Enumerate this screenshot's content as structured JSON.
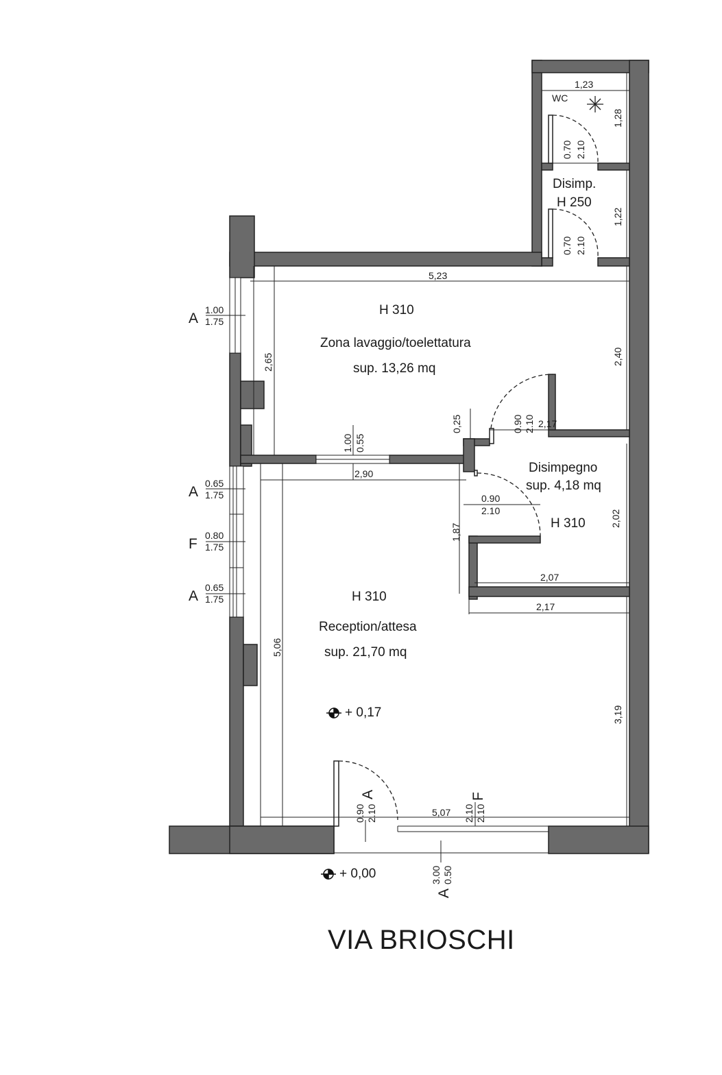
{
  "street": "VIA BRIOSCHI",
  "rooms": {
    "zona": {
      "height": "H 310",
      "name": "Zona lavaggio/toelettatura",
      "area": "sup. 13,26 mq"
    },
    "reception": {
      "height": "H 310",
      "name": "Reception/attesa",
      "area": "sup. 21,70 mq"
    },
    "disimpegno": {
      "name": "Disimpegno",
      "area": "sup. 4,18 mq",
      "height": "H 310"
    },
    "disimp_small": {
      "name": "Disimp.",
      "height": "H 250"
    },
    "wc": {
      "name": "WC"
    }
  },
  "dimensions": {
    "wc_width": "1,23",
    "wc_depth": "1,28",
    "disimp_depth": "1,22",
    "zona_width": "5,23",
    "zona_depth_left": "2,65",
    "zona_depth_right": "2,40",
    "disimpegno_width": "2,17",
    "partition_offset": "0,25",
    "reception_top": "2,90",
    "closet_depth": "1,87",
    "disimpegno_depth": "2,02",
    "closet_width": "2,07",
    "reception_right_width": "2,17",
    "reception_depth_left": "5,06",
    "reception_depth_right": "3,19",
    "reception_bottom": "5,07"
  },
  "openings": {
    "wc_door": {
      "w": "0.70",
      "h": "2.10"
    },
    "disimp_door": {
      "w": "0.70",
      "h": "2.10"
    },
    "zona_door": {
      "w": "0.90",
      "h": "2.10"
    },
    "window_internal": {
      "w": "1.00",
      "h": "0.55"
    },
    "disimpegno_door": {
      "w": "0.90",
      "h": "2.10"
    },
    "entrance_door": {
      "w": "0.90",
      "h": "2.10",
      "type": "A"
    },
    "front_window": {
      "w": "2.10",
      "h": "2.10",
      "type": "F"
    },
    "street_window": {
      "type": "A",
      "w": "3.00",
      "h": "0.50"
    },
    "side_1": {
      "type": "A",
      "w": "1.00",
      "h": "1.75"
    },
    "side_2": {
      "type": "A",
      "w": "0.65",
      "h": "1.75"
    },
    "side_3": {
      "type": "F",
      "w": "0.80",
      "h": "1.75"
    },
    "side_4": {
      "type": "A",
      "w": "0.65",
      "h": "1.75"
    }
  },
  "levels": {
    "inside": "+ 0,17",
    "outside": "+ 0,00"
  }
}
